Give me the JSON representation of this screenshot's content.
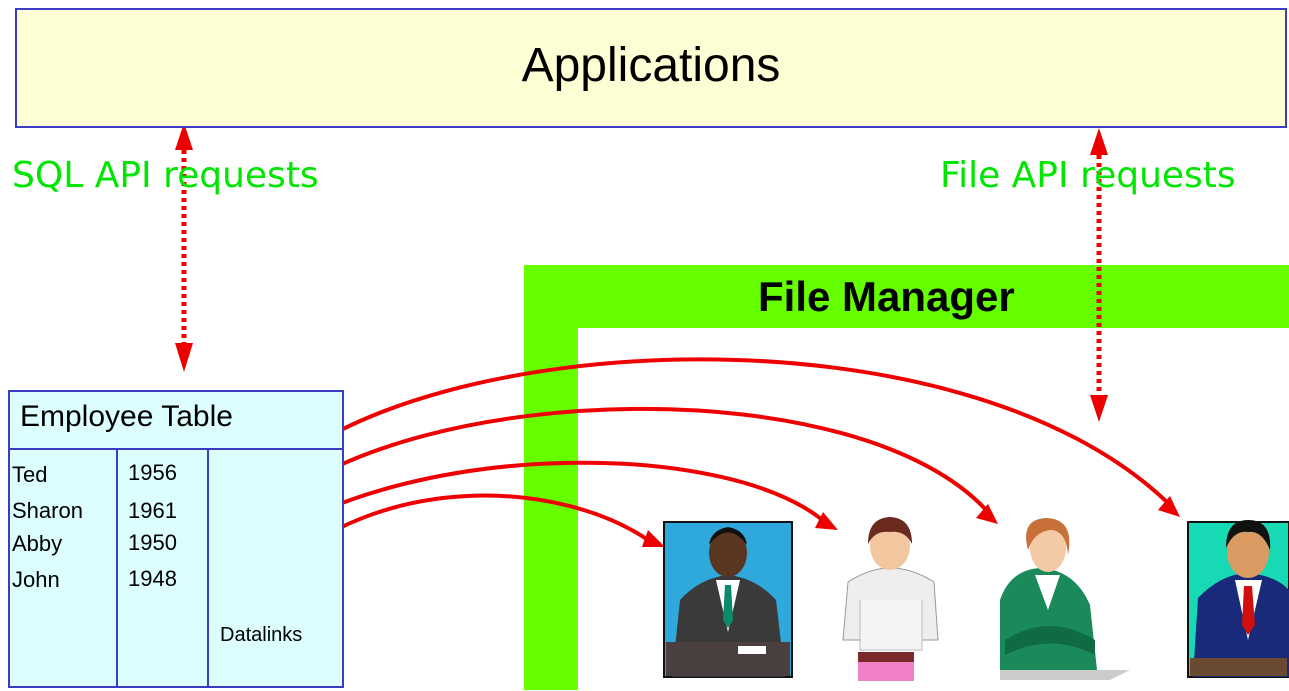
{
  "applications_label": "Applications",
  "sql_label": "SQL API requests",
  "file_label": "File API requests",
  "file_manager_label": "File Manager",
  "table": {
    "title": "Employee Table",
    "rows": [
      {
        "name": "Ted",
        "year": "1956"
      },
      {
        "name": "Sharon",
        "year": "1961"
      },
      {
        "name": "Abby",
        "year": "1950"
      },
      {
        "name": "John",
        "year": "1948"
      }
    ],
    "datalinks_label": "Datalinks"
  },
  "colors": {
    "applications_fill": "#fefed4",
    "border_blue": "#3b3bc4",
    "label_green": "#00e600",
    "file_manager_green": "#66ff00",
    "table_fill": "#dcfefe",
    "link_red": "#ee0000"
  },
  "people": [
    "man-suit-desk",
    "woman-white-shirt",
    "woman-green-jacket",
    "man-navy-suit"
  ]
}
